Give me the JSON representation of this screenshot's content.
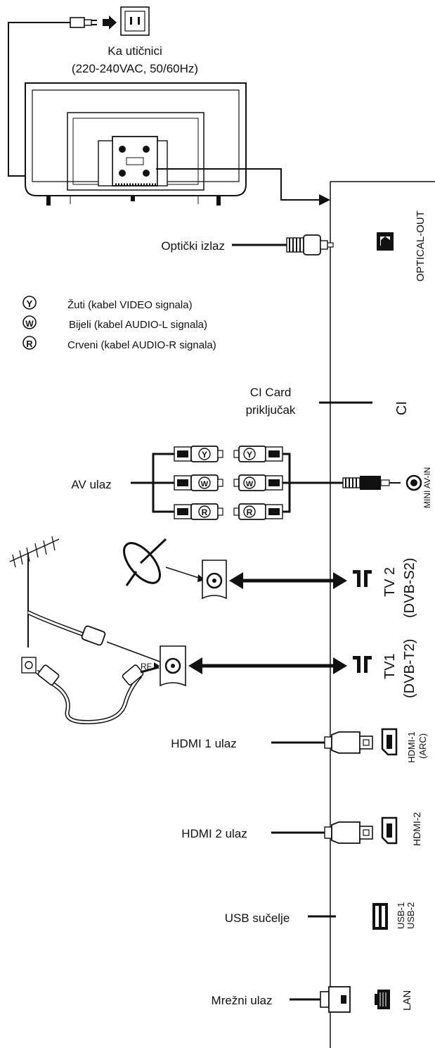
{
  "power": {
    "label_line1": "Ka utičnici",
    "label_line2": "(220-240VAC, 50/60Hz)"
  },
  "legend": [
    {
      "letter": "Y",
      "text": "Žuti (kabel VIDEO signala)"
    },
    {
      "letter": "W",
      "text": "Bijeli (kabel AUDIO-L signala)"
    },
    {
      "letter": "R",
      "text": "Crveni (kabel AUDIO-R signala)"
    }
  ],
  "connections": {
    "optical": {
      "label": "Optički izlaz",
      "port": "OPTICAL-OUT"
    },
    "ci": {
      "label_line1": "CI Card",
      "label_line2": "priključak",
      "port": "CI"
    },
    "av": {
      "label": "AV ulaz",
      "port": "MINI AV-IN"
    },
    "tv2": {
      "port_line1": "TV 2",
      "port_line2": "(DVB-S2)"
    },
    "tv1": {
      "rf": "RF",
      "port_line1": "TV1",
      "port_line2": "(DVB-T2)"
    },
    "hdmi1": {
      "label": "HDMI 1 ulaz",
      "port_line1": "HDMI-1",
      "port_line2": "(ARC)"
    },
    "hdmi2": {
      "label": "HDMI 2 ulaz",
      "port": "HDMI-2"
    },
    "usb": {
      "label": "USB sučelje",
      "port_line1": "USB-1",
      "port_line2": "USB-2"
    },
    "lan": {
      "label": "Mrežni ulaz",
      "port": "LAN"
    }
  }
}
